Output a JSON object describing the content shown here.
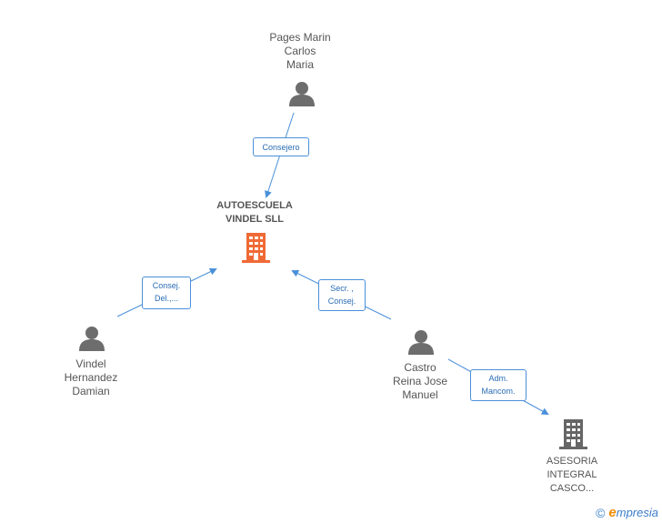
{
  "nodes": {
    "company_main": {
      "lines": [
        "AUTOESCUELA",
        "VINDEL SLL"
      ],
      "icon": "building-icon",
      "color": "#f06a35"
    },
    "person_pages": {
      "lines": [
        "Pages Marin",
        "Carlos",
        "Maria"
      ],
      "icon": "person-icon"
    },
    "person_vindel": {
      "lines": [
        "Vindel",
        "Hernandez",
        "Damian"
      ],
      "icon": "person-icon"
    },
    "person_castro": {
      "lines": [
        "Castro",
        "Reina Jose",
        "Manuel"
      ],
      "icon": "person-icon"
    },
    "company_asesoria": {
      "lines": [
        "ASESORIA",
        "INTEGRAL",
        "CASCO..."
      ],
      "icon": "building-icon",
      "color": "#666666"
    }
  },
  "edges": {
    "consejero": [
      "Consejero"
    ],
    "consej_del": [
      "Consej.",
      "Del.,..."
    ],
    "secr_consej": [
      "Secr. ,",
      "Consej."
    ],
    "adm_mancom": [
      "Adm.",
      "Mancom."
    ]
  },
  "colors": {
    "edge": "#4a90d9",
    "person": "#6d6d6d",
    "label_text": "#555555"
  },
  "footer": {
    "copyright": "©",
    "brand_first": "e",
    "brand_rest": "mpresia"
  }
}
